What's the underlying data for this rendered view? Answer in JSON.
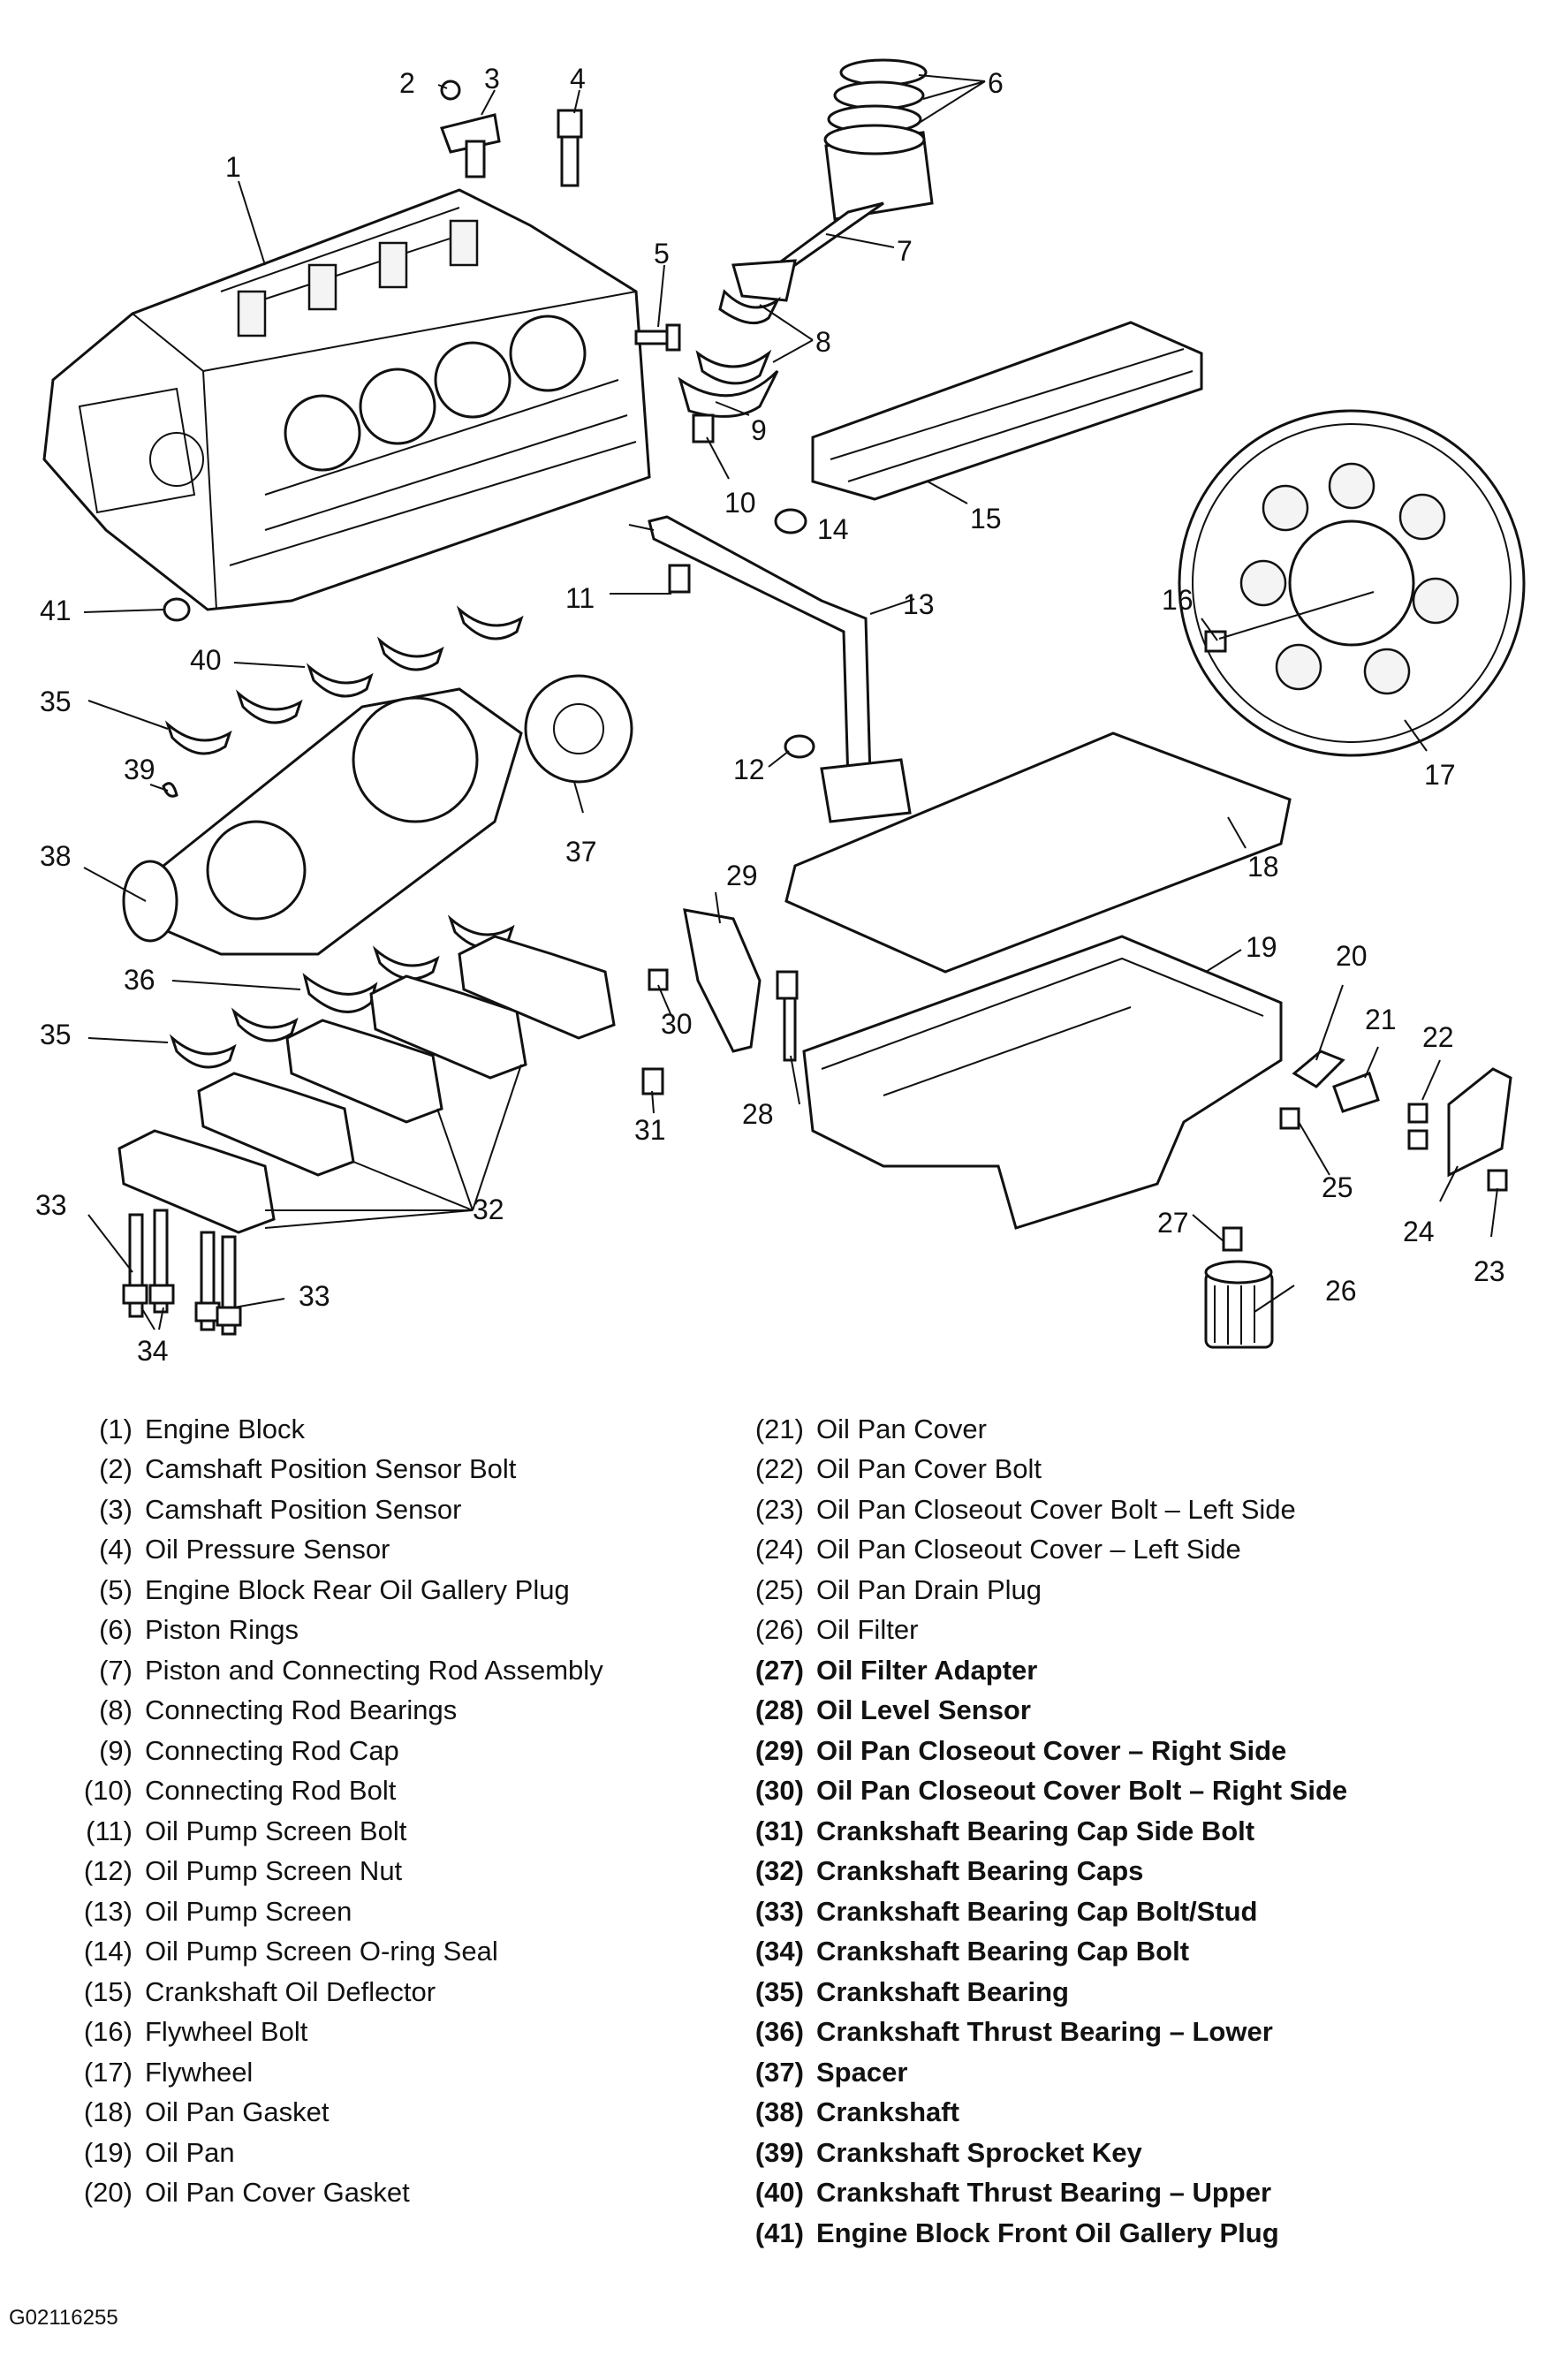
{
  "callouts": [
    "1",
    "2",
    "3",
    "4",
    "5",
    "6",
    "7",
    "8",
    "9",
    "10",
    "11",
    "12",
    "13",
    "14",
    "15",
    "16",
    "17",
    "18",
    "19",
    "20",
    "21",
    "22",
    "23",
    "24",
    "25",
    "26",
    "27",
    "28",
    "29",
    "30",
    "31",
    "32",
    "33",
    "33",
    "34",
    "35",
    "35",
    "36",
    "37",
    "38",
    "39",
    "40",
    "41"
  ],
  "legend": {
    "left": [
      {
        "num": "(1)",
        "label": "Engine Block"
      },
      {
        "num": "(2)",
        "label": "Camshaft Position Sensor Bolt"
      },
      {
        "num": "(3)",
        "label": "Camshaft Position Sensor"
      },
      {
        "num": "(4)",
        "label": "Oil Pressure Sensor"
      },
      {
        "num": "(5)",
        "label": "Engine Block Rear Oil Gallery Plug"
      },
      {
        "num": "(6)",
        "label": "Piston Rings"
      },
      {
        "num": "(7)",
        "label": "Piston and Connecting Rod Assembly"
      },
      {
        "num": "(8)",
        "label": "Connecting Rod Bearings"
      },
      {
        "num": "(9)",
        "label": "Connecting Rod Cap"
      },
      {
        "num": "(10)",
        "label": "Connecting Rod Bolt"
      },
      {
        "num": "(11)",
        "label": "Oil Pump Screen Bolt"
      },
      {
        "num": "(12)",
        "label": "Oil Pump Screen Nut"
      },
      {
        "num": "(13)",
        "label": "Oil Pump Screen"
      },
      {
        "num": "(14)",
        "label": "Oil Pump Screen O-ring Seal"
      },
      {
        "num": "(15)",
        "label": "Crankshaft Oil Deflector"
      },
      {
        "num": "(16)",
        "label": "Flywheel Bolt"
      },
      {
        "num": "(17)",
        "label": "Flywheel"
      },
      {
        "num": "(18)",
        "label": "Oil Pan Gasket"
      },
      {
        "num": "(19)",
        "label": "Oil Pan"
      },
      {
        "num": "(20)",
        "label": "Oil Pan Cover Gasket"
      }
    ],
    "right": [
      {
        "num": "(21)",
        "label": "Oil Pan Cover"
      },
      {
        "num": "(22)",
        "label": "Oil Pan Cover Bolt"
      },
      {
        "num": "(23)",
        "label": "Oil Pan Closeout Cover Bolt – Left Side"
      },
      {
        "num": "(24)",
        "label": "Oil Pan Closeout Cover – Left Side"
      },
      {
        "num": "(25)",
        "label": "Oil Pan Drain Plug"
      },
      {
        "num": "(26)",
        "label": "Oil Filter"
      },
      {
        "num": "(27)",
        "label": "Oil Filter Adapter"
      },
      {
        "num": "(28)",
        "label": "Oil Level Sensor"
      },
      {
        "num": "(29)",
        "label": "Oil Pan Closeout Cover – Right Side"
      },
      {
        "num": "(30)",
        "label": "Oil Pan Closeout Cover Bolt – Right Side"
      },
      {
        "num": "(31)",
        "label": "Crankshaft Bearing Cap Side Bolt"
      },
      {
        "num": "(32)",
        "label": "Crankshaft Bearing Caps"
      },
      {
        "num": "(33)",
        "label": "Crankshaft Bearing Cap Bolt/Stud"
      },
      {
        "num": "(34)",
        "label": "Crankshaft Bearing Cap Bolt"
      },
      {
        "num": "(35)",
        "label": "Crankshaft Bearing"
      },
      {
        "num": "(36)",
        "label": "Crankshaft Thrust Bearing – Lower"
      },
      {
        "num": "(37)",
        "label": "Spacer"
      },
      {
        "num": "(38)",
        "label": "Crankshaft"
      },
      {
        "num": "(39)",
        "label": "Crankshaft Sprocket Key"
      },
      {
        "num": "(40)",
        "label": "Crankshaft Thrust Bearing – Upper"
      },
      {
        "num": "(41)",
        "label": "Engine Block Front Oil Gallery Plug"
      }
    ]
  },
  "figure_id": "G02116255"
}
